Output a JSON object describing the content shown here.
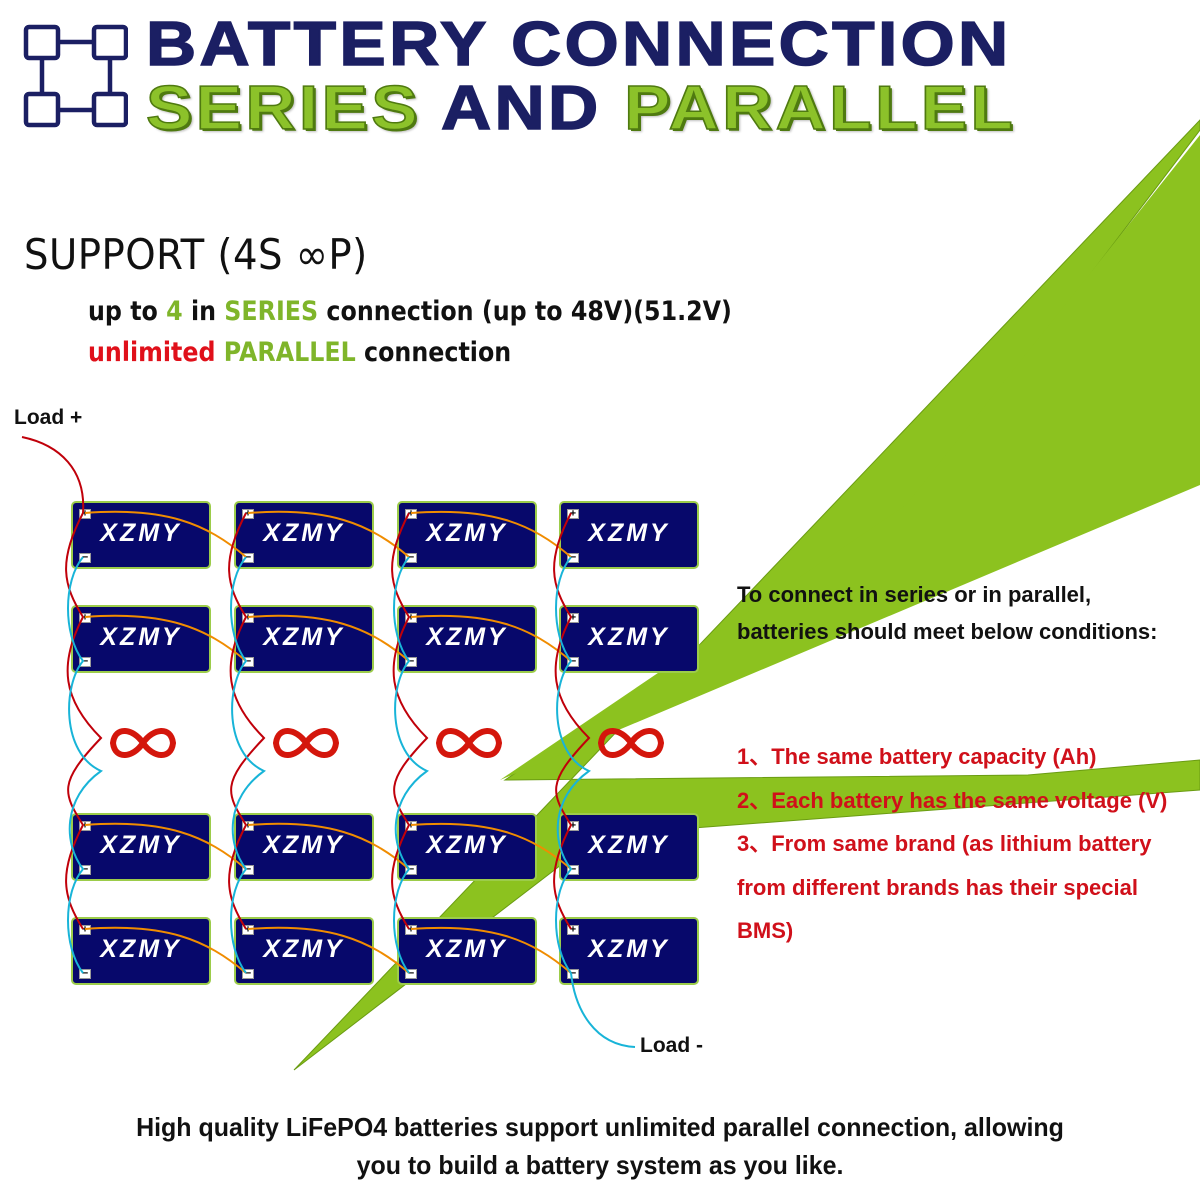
{
  "header": {
    "title_line1": "BATTERY CONNECTION",
    "title_line2_part1": "SERIES",
    "title_line2_part2": " AND ",
    "title_line2_part3": "PARALLEL",
    "logo_icon": "network-squares-icon"
  },
  "support": {
    "heading": "SUPPORT (4S ∞P)",
    "series_line": {
      "prefix": "up to ",
      "number": "4",
      "mid": " in ",
      "keyword": "SERIES",
      "suffix": " connection (up to 48V)(51.2V)"
    },
    "parallel_line": {
      "prefix": "unlimited",
      "keyword": " PARALLEL",
      "suffix": " connection"
    }
  },
  "diagram": {
    "load_positive": "Load +",
    "load_negative": "Load -",
    "battery_brand": "XZMY",
    "terminal_positive": "+",
    "terminal_negative": "−",
    "infinity_symbol": "infinity-icon",
    "columns": 4,
    "rows": [
      "battery",
      "battery",
      "infinity",
      "battery",
      "battery"
    ],
    "wire_colors": {
      "series": "#f08c00",
      "positive": "#c0000a",
      "negative": "#18b4d8"
    }
  },
  "conditions": {
    "heading": "To connect in series or in parallel, batteries should meet below conditions:",
    "items": [
      "1、The same battery capacity (Ah)",
      "2、Each battery has the same voltage (V)",
      "3、From same brand (as lithium battery from different brands has their special BMS)"
    ]
  },
  "footer": {
    "text_line1": "High quality LiFePO4 batteries support unlimited parallel connection, allowing",
    "text_line2": "you to build a battery system as you like."
  },
  "colors": {
    "navy": "#1b1f63",
    "green": "#8cc22a",
    "red": "#d0101a",
    "battery_fill": "#07086b"
  }
}
